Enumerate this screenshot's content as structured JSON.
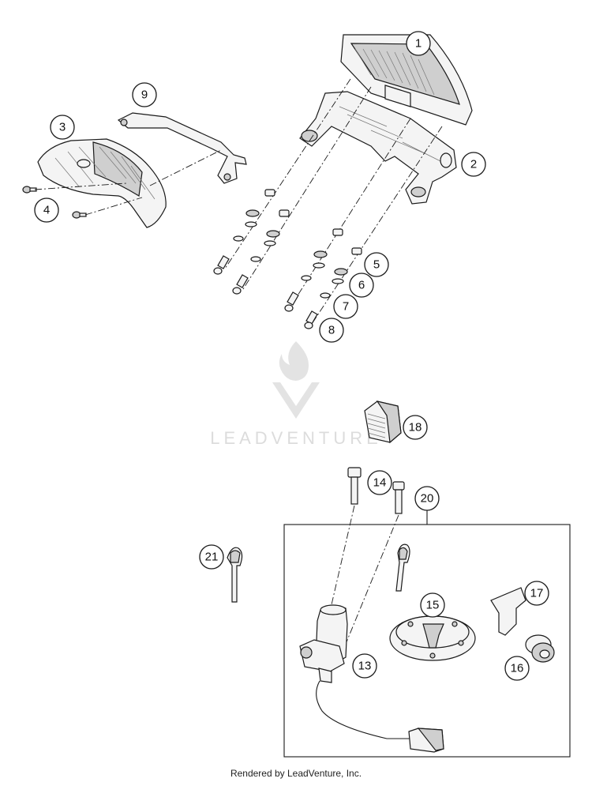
{
  "watermark": {
    "brand": "LEADVENTURE"
  },
  "footer": {
    "text": "Rendered by LeadVenture, Inc."
  },
  "callouts": [
    "1",
    "2",
    "3",
    "4",
    "5",
    "6",
    "7",
    "8",
    "9",
    "13",
    "14",
    "15",
    "16",
    "17",
    "18",
    "20",
    "21"
  ]
}
